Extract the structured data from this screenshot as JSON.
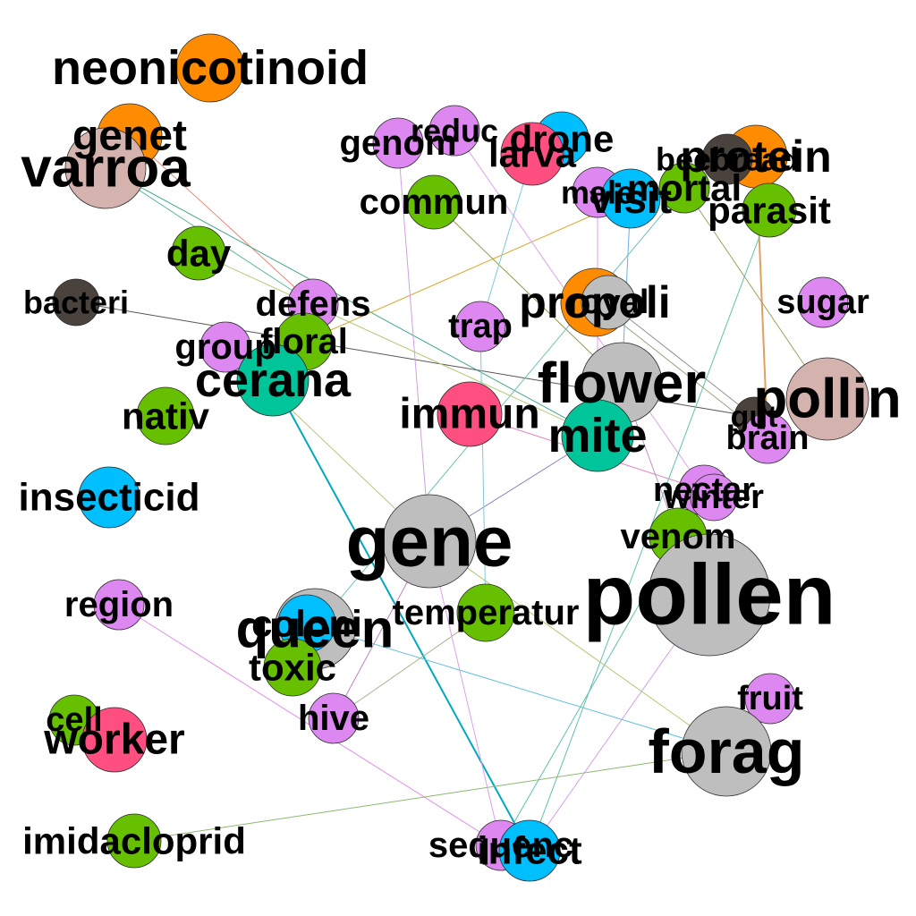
{
  "colors": {
    "gray": "#bebebe",
    "orange": "#ff8c00",
    "green": "#66c000",
    "violet": "#dd88f0",
    "pink": "#ff4f80",
    "teal": "#00c49a",
    "sky": "#00bfff",
    "rosybrown": "#d4b2ae",
    "dark": "#4a423c"
  },
  "nodes": [
    {
      "id": "neonicotinoid",
      "label": "neonicotinoid",
      "color": "orange"
    },
    {
      "id": "genet",
      "label": "genet",
      "color": "orange"
    },
    {
      "id": "varroa",
      "label": "varroa",
      "color": "rosybrown"
    },
    {
      "id": "reduc",
      "label": "reduc",
      "color": "violet"
    },
    {
      "id": "genom",
      "label": "genom",
      "color": "violet"
    },
    {
      "id": "drone",
      "label": "drone",
      "color": "sky"
    },
    {
      "id": "larva",
      "label": "larva",
      "color": "pink"
    },
    {
      "id": "protein",
      "label": "protein",
      "color": "orange"
    },
    {
      "id": "beebread",
      "label": "beebread",
      "color": "dark"
    },
    {
      "id": "commun",
      "label": "commun",
      "color": "green"
    },
    {
      "id": "male",
      "label": "male",
      "color": "violet"
    },
    {
      "id": "visit",
      "label": "visit",
      "color": "sky"
    },
    {
      "id": "mortal",
      "label": "mortal",
      "color": "green"
    },
    {
      "id": "parasit",
      "label": "parasit",
      "color": "green"
    },
    {
      "id": "day",
      "label": "day",
      "color": "green"
    },
    {
      "id": "bacteri",
      "label": "bacteri",
      "color": "dark"
    },
    {
      "id": "defens",
      "label": "defens",
      "color": "violet"
    },
    {
      "id": "propoli",
      "label": "propoli",
      "color": "orange"
    },
    {
      "id": "royal",
      "label": "royal",
      "color": "gray"
    },
    {
      "id": "sugar",
      "label": "sugar",
      "color": "violet"
    },
    {
      "id": "trap",
      "label": "trap",
      "color": "violet"
    },
    {
      "id": "group",
      "label": "group",
      "color": "violet"
    },
    {
      "id": "floral",
      "label": "floral",
      "color": "green"
    },
    {
      "id": "cerana",
      "label": "cerana",
      "color": "teal"
    },
    {
      "id": "flower",
      "label": "flower",
      "color": "gray"
    },
    {
      "id": "pollin",
      "label": "pollin",
      "color": "rosybrown"
    },
    {
      "id": "immun",
      "label": "immun",
      "color": "pink"
    },
    {
      "id": "nativ",
      "label": "nativ",
      "color": "green"
    },
    {
      "id": "mite",
      "label": "mite",
      "color": "teal"
    },
    {
      "id": "gut",
      "label": "gut",
      "color": "dark"
    },
    {
      "id": "brain",
      "label": "brain",
      "color": "violet"
    },
    {
      "id": "insecticid",
      "label": "insecticid",
      "color": "sky"
    },
    {
      "id": "nectar",
      "label": "nectar",
      "color": "violet"
    },
    {
      "id": "winter",
      "label": "winter",
      "color": "violet"
    },
    {
      "id": "venom",
      "label": "venom",
      "color": "green"
    },
    {
      "id": "gene",
      "label": "gene",
      "color": "gray"
    },
    {
      "id": "pollen",
      "label": "pollen",
      "color": "gray"
    },
    {
      "id": "region",
      "label": "region",
      "color": "violet"
    },
    {
      "id": "temperatur",
      "label": "temperatur",
      "color": "green"
    },
    {
      "id": "queen",
      "label": "queen",
      "color": "gray"
    },
    {
      "id": "coloni",
      "label": "coloni",
      "color": "sky"
    },
    {
      "id": "toxic",
      "label": "toxic",
      "color": "green"
    },
    {
      "id": "hive",
      "label": "hive",
      "color": "violet"
    },
    {
      "id": "fruit",
      "label": "fruit",
      "color": "violet"
    },
    {
      "id": "cell",
      "label": "cell",
      "color": "green"
    },
    {
      "id": "worker",
      "label": "worker",
      "color": "pink"
    },
    {
      "id": "forag",
      "label": "forag",
      "color": "gray"
    },
    {
      "id": "imidacloprid",
      "label": "imidacloprid",
      "color": "green"
    },
    {
      "id": "sequenc",
      "label": "sequenc",
      "color": "violet"
    },
    {
      "id": "infect",
      "label": "infect",
      "color": "sky"
    }
  ],
  "edges": [
    {
      "from": "genet",
      "to": "defens",
      "color": "#f08070"
    },
    {
      "from": "varroa",
      "to": "mite",
      "color": "#3fa88a"
    },
    {
      "from": "varroa",
      "to": "defens",
      "color": "#5fb8a0"
    },
    {
      "from": "cerana",
      "to": "infect",
      "color": "#00a8c0"
    },
    {
      "from": "protein",
      "to": "brain",
      "color": "#e0a060"
    },
    {
      "from": "bacteri",
      "to": "gut",
      "color": "#555555"
    },
    {
      "from": "floral",
      "to": "visit",
      "color": "#d8a830"
    },
    {
      "from": "commun",
      "to": "flower",
      "color": "#9a9a50"
    },
    {
      "from": "reduc",
      "to": "nectar",
      "color": "#e0a0f0"
    },
    {
      "from": "genom",
      "to": "gene",
      "color": "#d0a0e0"
    },
    {
      "from": "larva",
      "to": "trap",
      "color": "#80c8e0"
    },
    {
      "from": "visit",
      "to": "flower",
      "color": "#6ab0e8"
    },
    {
      "from": "mortal",
      "to": "pollin",
      "color": "#a0a060"
    },
    {
      "from": "parasit",
      "to": "infect",
      "color": "#60c0b0"
    },
    {
      "from": "mortal",
      "to": "queen",
      "color": "#70c0b8"
    },
    {
      "from": "day",
      "to": "mite",
      "color": "#b0c870"
    },
    {
      "from": "immun",
      "to": "nectar",
      "color": "#e080c0"
    },
    {
      "from": "gene",
      "to": "mite",
      "color": "#9080c0"
    },
    {
      "from": "group",
      "to": "gene",
      "color": "#c0c080"
    },
    {
      "from": "region",
      "to": "sequenc",
      "color": "#e090e8"
    },
    {
      "from": "hive",
      "to": "temperatur",
      "color": "#b0b090"
    },
    {
      "from": "hive",
      "to": "gene",
      "color": "#c080c0"
    },
    {
      "from": "coloni",
      "to": "forag",
      "color": "#60c0d8"
    },
    {
      "from": "imidacloprid",
      "to": "forag",
      "color": "#90b870"
    },
    {
      "from": "venom",
      "to": "sequenc",
      "color": "#60c0b0"
    },
    {
      "from": "pollen",
      "to": "infect",
      "color": "#d0a0e8"
    },
    {
      "from": "temperatur",
      "to": "trap",
      "color": "#80c8d8"
    },
    {
      "from": "forag",
      "to": "gene",
      "color": "#b0c870"
    },
    {
      "from": "sequenc",
      "to": "gene",
      "color": "#d8a0e8"
    },
    {
      "from": "flower",
      "to": "venom",
      "color": "#c090c0"
    },
    {
      "from": "male",
      "to": "mite",
      "color": "#e0a0f0"
    },
    {
      "from": "propoli",
      "to": "brain",
      "color": "#a0a080"
    },
    {
      "from": "royal",
      "to": "gut",
      "color": "#909090"
    }
  ]
}
